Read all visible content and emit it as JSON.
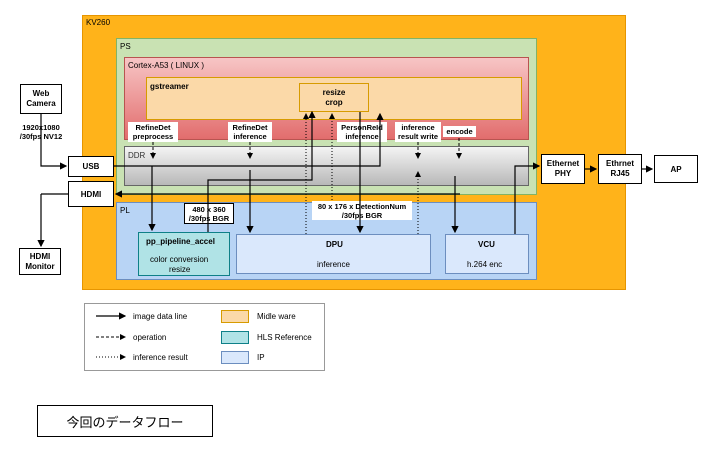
{
  "diagram": {
    "kv260": "KV260",
    "ps": "PS",
    "cortex": "Cortex-A53 ( LINUX )",
    "gstreamer": "gstreamer",
    "resize_line1": "resize",
    "resize_line2": "crop",
    "ops": [
      {
        "l1": "RefineDet",
        "l2": "preprocess"
      },
      {
        "l1": "RefineDet",
        "l2": "inference"
      },
      {
        "l1": "PersonReId",
        "l2": "inference"
      },
      {
        "l1": "inference",
        "l2": "result write"
      },
      {
        "l1": "encode",
        "l2": ""
      }
    ],
    "ddr": "DDR",
    "pl": "PL",
    "webcam_l1": "Web",
    "webcam_l2": "Camera",
    "fmt_l1": "1920x1080",
    "fmt_l2": "/30fps NV12",
    "usb": "USB",
    "hdmi": "HDMI",
    "hdmi_mon_l1": "HDMI",
    "hdmi_mon_l2": "Monitor",
    "pp_title": "pp_pipeline_accel",
    "pp_sub1": "color conversion",
    "pp_sub2": "resize",
    "res1_l1": "480 x 360",
    "res1_l2": "/30fps BGR",
    "res2_l1": "80 x 176 x DetectionNum",
    "res2_l2": "/30fps BGR",
    "dpu_title": "DPU",
    "dpu_sub": "inference",
    "vcu_title": "VCU",
    "vcu_sub": "h.264 enc",
    "eth_phy_l1": "Ethernet",
    "eth_phy_l2": "PHY",
    "eth_rj_l1": "Ethrnet",
    "eth_rj_l2": "RJ45",
    "ap": "AP"
  },
  "legend": {
    "image_line": "image data line",
    "operation": "operation",
    "inference_result": "inference result",
    "middleware": "Midle ware",
    "hls": "HLS Reference",
    "ip": "IP"
  },
  "caption": "今回のデータフロー",
  "colors": {
    "kv260": "#ffb31a",
    "ps": "#c9e2b3",
    "cortex": "#e87070",
    "gstreamer": "#fbd9a8",
    "pl": "#b8d4f5",
    "ip": "#dae8fc",
    "hls": "#b0e3e6"
  }
}
